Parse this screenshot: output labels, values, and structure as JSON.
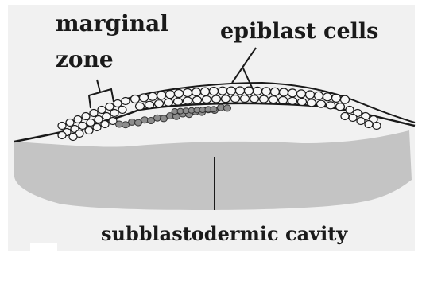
{
  "labels": {
    "marginal": "marginal",
    "zone": "zone",
    "epiblast": "epiblast cells",
    "cavity": "subblastodermic cavity"
  },
  "colors": {
    "background": "#ffffff",
    "panel": "#f1f1f1",
    "cavity": "#c4c4c4",
    "outline": "#1a1a1a",
    "cell_fill": "#f7f7f7",
    "dark_cell_fill": "#8d8d8d"
  }
}
